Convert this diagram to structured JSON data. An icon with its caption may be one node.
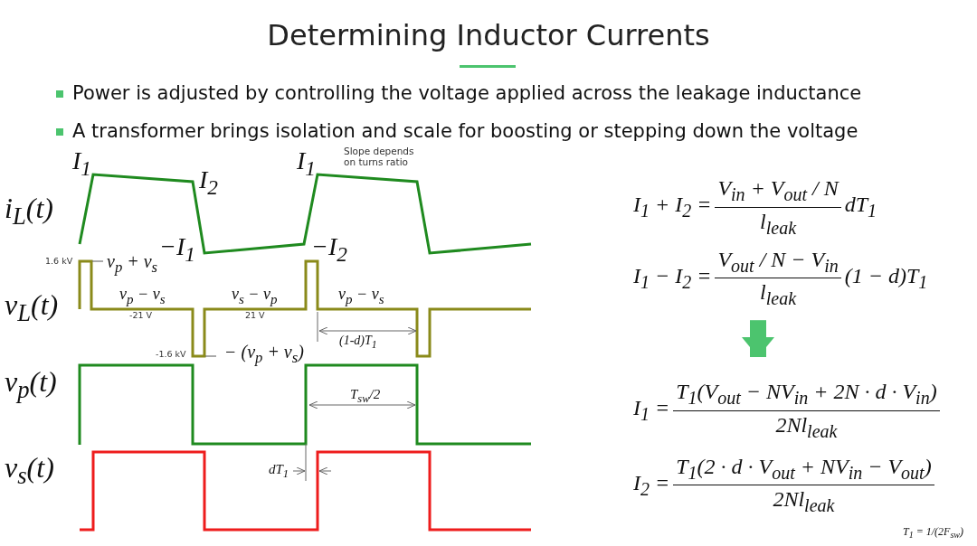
{
  "diagram": {
    "title": "Determining Inductor Currents",
    "nodes": [
      {
        "text": [
          "I$_{1}$ + I$_{2}$ =",
          "V$_{in}$ + V$_{out}$ / N",
          "l$_{leak}$",
          "dT$_{1}$",
          "I$_{1}$ − I$_{2}$ =",
          "V$_{out}$ / N − V$_{in}$",
          "l$_{leak}$",
          "(1 − d)T$_{1}$"
        ]
      },
      {
        "text": [
          "I$_{1}$ =",
          "T$_{1}$(V$_{out}$ − NV$_{in}$ + 2N · d · V$_{in}$)",
          "2Nl$_{leak}$",
          "I$_{2}$ =",
          "T$_{1}$(2 · d · V$_{out}$ + NV$_{in}$ − V$_{out}$)",
          "2Nl$_{leak}$"
        ]
      }
    ],
    "edges": [
      {
        "from": 0,
        "to": 1,
        "arrow": "to",
        "color": "#4cc46e"
      }
    ],
    "labels": [
      "Power is adjusted by controlling the voltage applied across the leakage inductance",
      "A transformer brings isolation and scale for boosting or stepping down the voltage",
      "I$_{1}$",
      "I$_{1}$",
      "Slope depends on turns ratio",
      "I$_{2}$",
      "i$_{L}$(t)",
      "−I$_{1}$",
      "−I$_{2}$",
      "1.6 kV",
      "v$_{p}$ + v$_{s}$",
      "v$_{L}$(t)",
      "v$_{p}$ − v$_{s}$",
      "v$_{s}$ − v$_{p}$",
      "v$_{p}$ − v$_{s}$",
      "-21 V",
      "21 V",
      "(1-d)T$_{1}$",
      "-1.6 kV",
      "− (v$_{p}$ + v$_{s}$)",
      "v$_{p}$(t)",
      "T$_{sw}$/2",
      "v$_{s}$(t)",
      "dT$_{1}$",
      "T$_{1}$ = 1/(2F$_{sw}$)"
    ]
  }
}
